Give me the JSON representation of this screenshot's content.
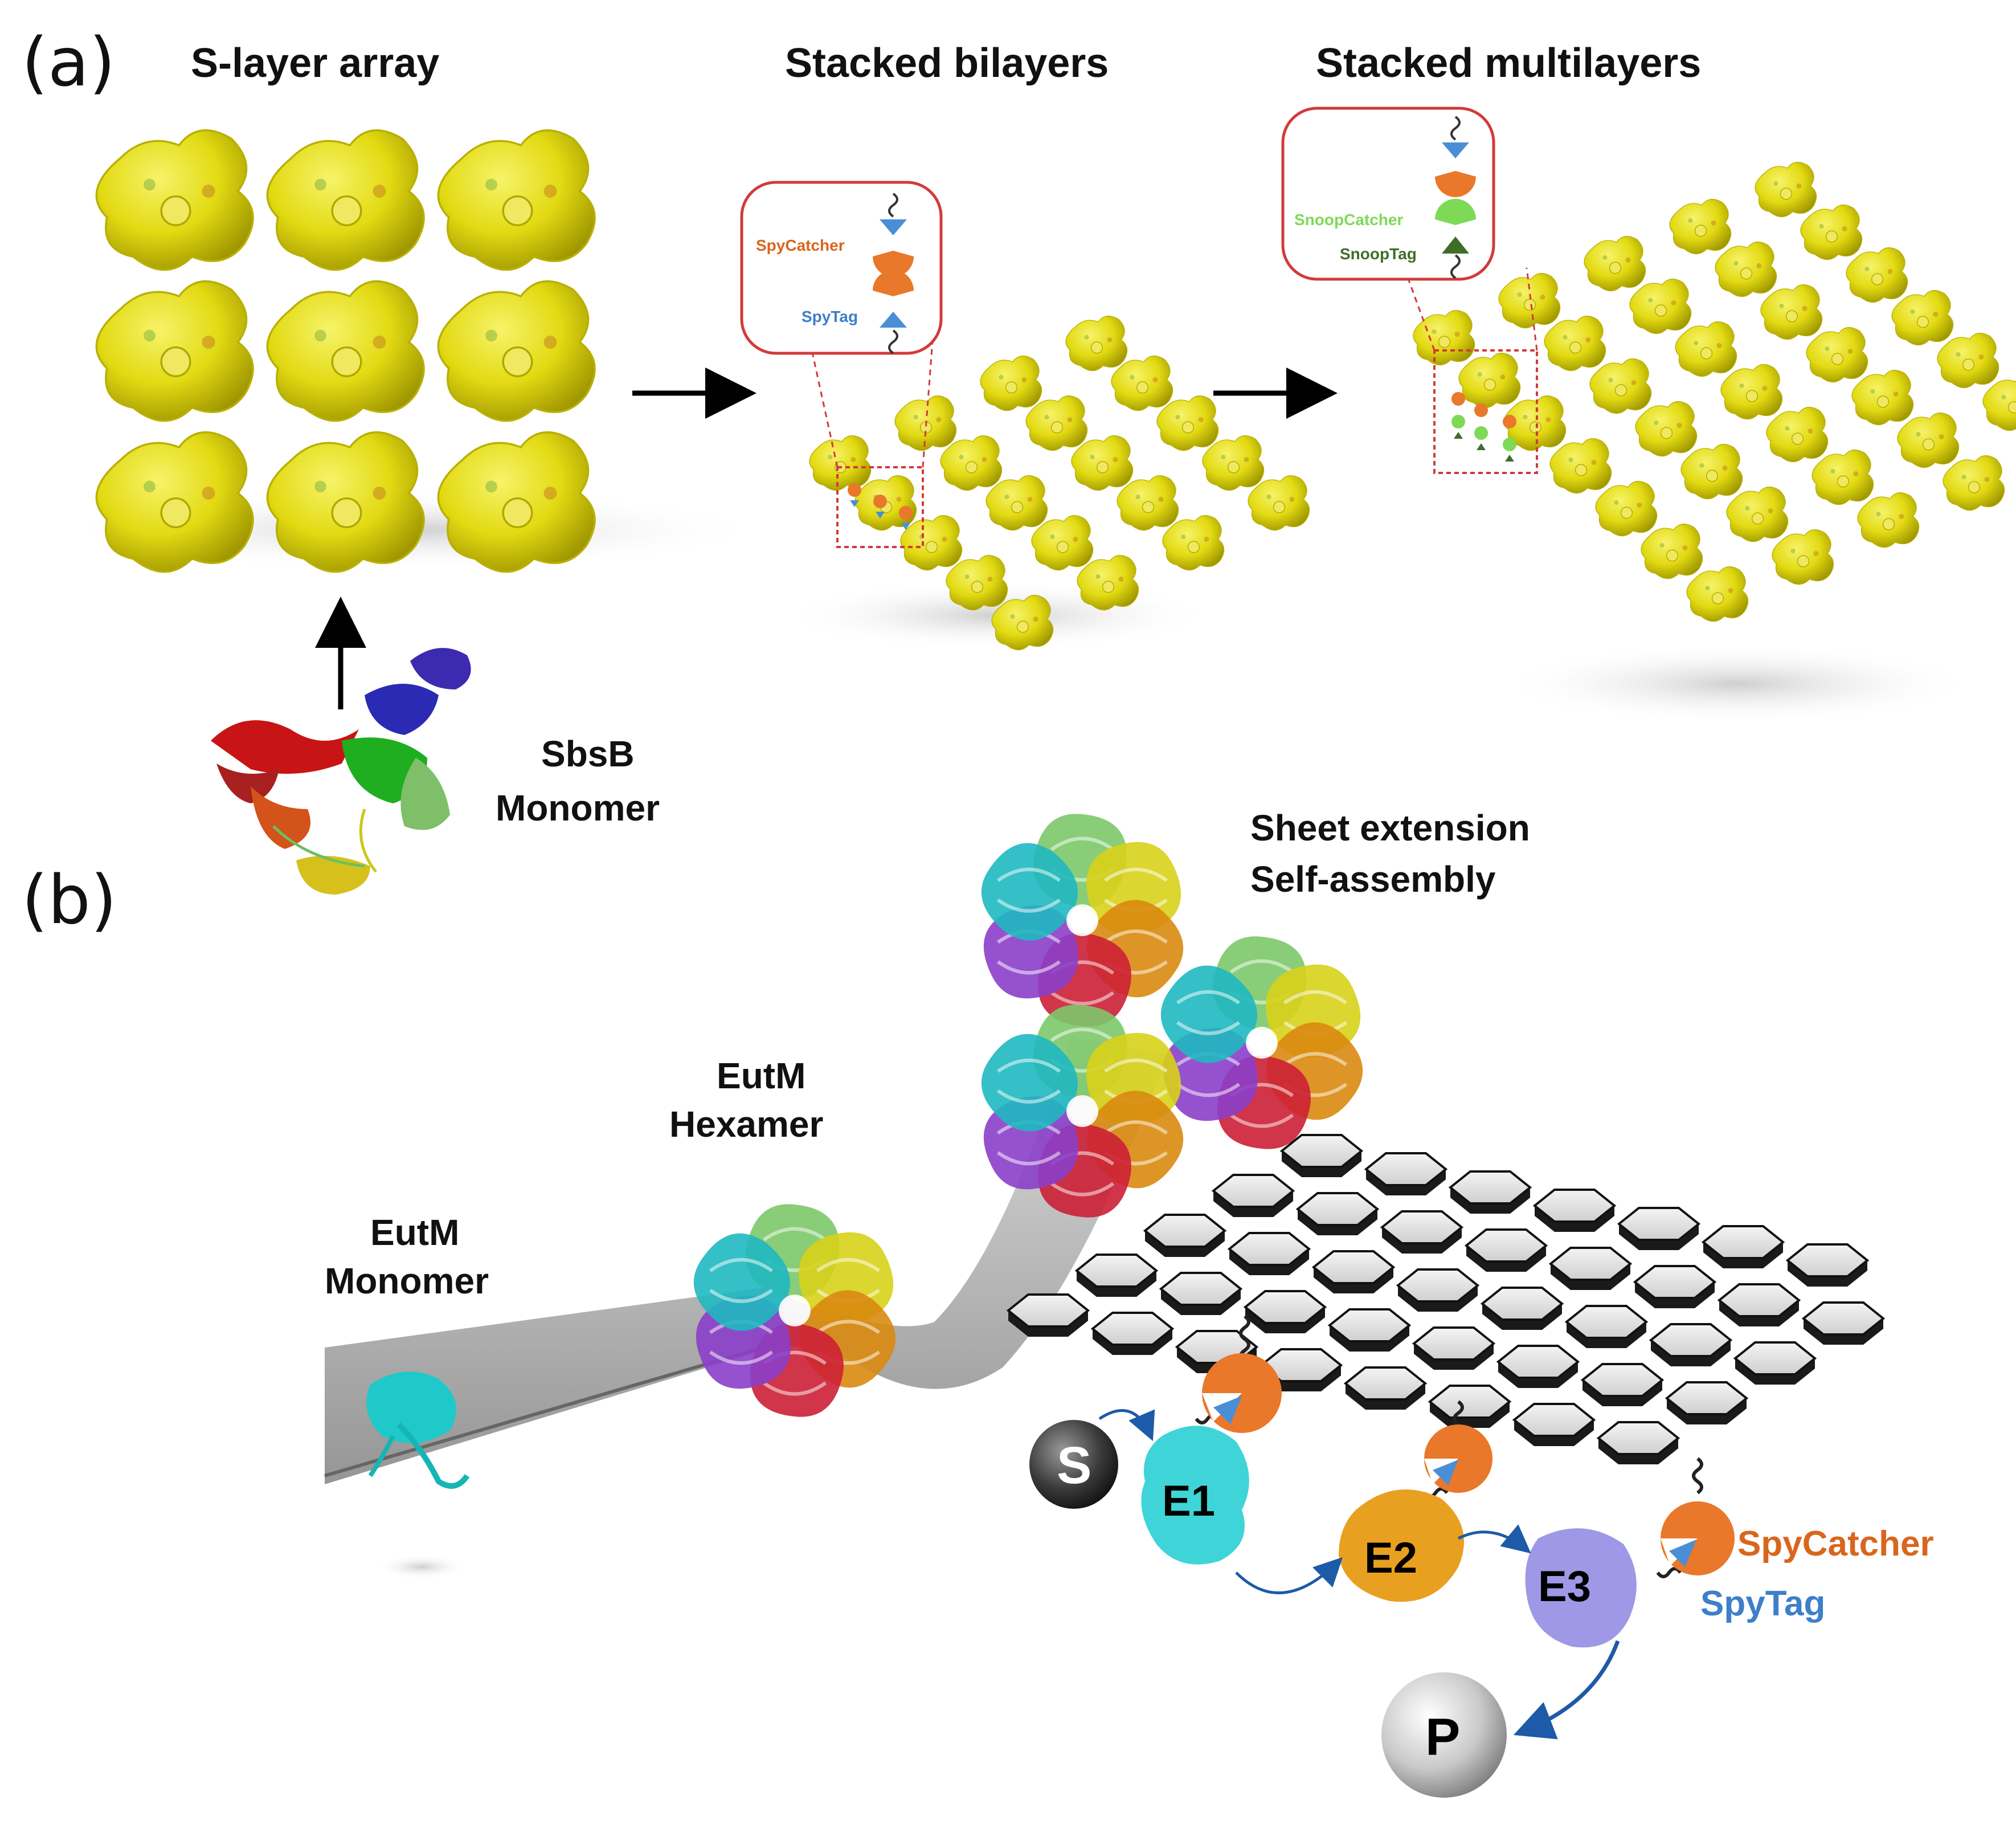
{
  "panel_a": {
    "letter": "(a)",
    "title_slayer": "S-layer array",
    "title_bilayers": "Stacked bilayers",
    "title_multilayers": "Stacked multilayers",
    "monomer_line1": "SbsB",
    "monomer_line2": "Monomer",
    "inset_bilayer": {
      "catcher": "SpyCatcher",
      "tag": "SpyTag"
    },
    "inset_multilayer": {
      "catcher": "SnoopCatcher",
      "tag": "SnoopTag"
    }
  },
  "panel_b": {
    "letter": "(b)",
    "monomer_line1": "EutM",
    "monomer_line2": "Monomer",
    "hexamer_line1": "EutM",
    "hexamer_line2": "Hexamer",
    "sheet_line1": "Sheet extension",
    "sheet_line2": "Self-assembly",
    "substrate": "S",
    "product": "P",
    "enzymes": [
      "E1",
      "E2",
      "E3"
    ],
    "legend_catcher": "SpyCatcher",
    "legend_tag": "SpyTag"
  },
  "colors": {
    "slayer_yellow": "#e8e000",
    "slayer_dark": "#9a9a00",
    "spycatcher_orange": "#e9782a",
    "spytag_blue": "#4a8fd6",
    "snoopcatcher_green": "#7ed957",
    "snooptag_darkgreen": "#3f6e2a",
    "inset_red": "#d23a3a",
    "e1_cyan": "#3fd4d8",
    "e2_orange": "#e8a020",
    "e3_lavender": "#9e98e6",
    "catcher_text": "#d9661c",
    "tag_text": "#3d7fc9"
  }
}
